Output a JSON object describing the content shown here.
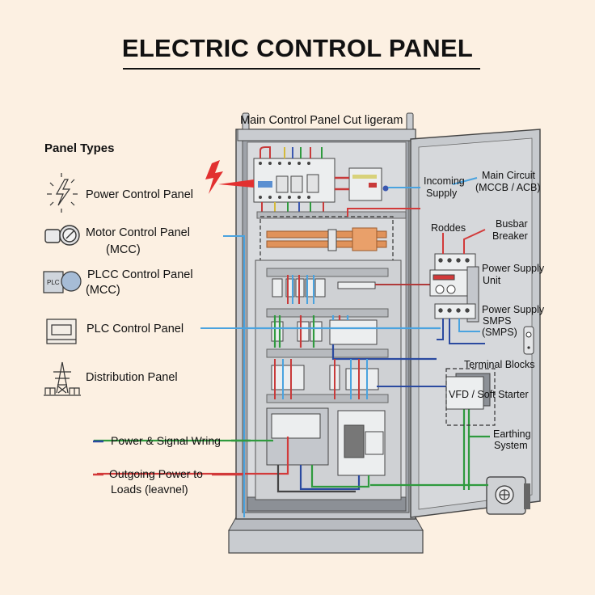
{
  "title": "ELECTRIC CONTROL PANEL",
  "diagram_title": "Main Control Panel Cut ligeram",
  "panel_types": {
    "heading": "Panel Types",
    "items": [
      {
        "icon": "lightning-icon",
        "label": "Power Control Panel"
      },
      {
        "icon": "motor-icon",
        "label": "Motor Control Panel",
        "sub": "(MCC)"
      },
      {
        "icon": "plcc-icon",
        "label": "PLCC Control Panel",
        "sub": "(MCC)",
        "icon_text": "PLC"
      },
      {
        "icon": "plc-panel-icon",
        "label": "PLC Control Panel"
      },
      {
        "icon": "transmission-tower-icon",
        "label": "Distribution Panel"
      }
    ]
  },
  "legend": [
    {
      "label": "Power & Signal Wring",
      "color": "#2b4aa0"
    },
    {
      "label": "Outgoing Power to",
      "label2": "Loads (leavnel)",
      "color": "#d23a3a"
    }
  ],
  "callouts": {
    "incoming_supply": [
      "Incoming",
      "Supply"
    ],
    "main_circuit": [
      "Main Circuit",
      "(MCCB / ACB)"
    ],
    "roddes": "Roddes",
    "busbar_breaker": [
      "Busbar",
      "Breaker"
    ],
    "power_supply_unit": [
      "Power Supply",
      "Unit"
    ],
    "power_supply_smps": [
      "Power Supply",
      "SMPS",
      "(SMPS)"
    ],
    "terminal_blocks": "Terminal Blocks",
    "vfd": "VFD / Soft Starter",
    "earthing": [
      "Earthing",
      "System"
    ]
  },
  "colors": {
    "background": "#fcf0e2",
    "cabinet": "#c9ccd0",
    "cabinet_inner": "#dadcdf",
    "busbar": "#e0925a",
    "wire_red": "#d23a3a",
    "wire_blue": "#2b4aa0",
    "wire_lightblue": "#4aa3df",
    "wire_green": "#2f9a3e",
    "bolt_red": "#e23030"
  }
}
